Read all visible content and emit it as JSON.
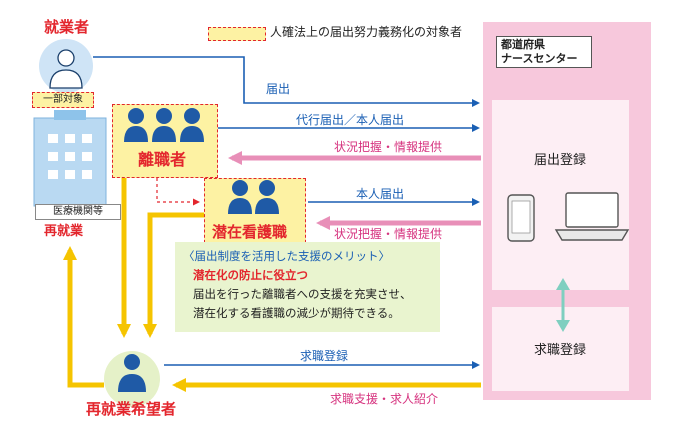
{
  "legend": {
    "text": "人確法上の届出努力義務化の対象者"
  },
  "nurse_center": {
    "title_line1": "都道府県",
    "title_line2": "ナースセンター",
    "registration": "届出登録",
    "job_registration": "求職登録"
  },
  "actors": {
    "worker": "就業者",
    "partial_target": "一部対象",
    "hospital": "医療機関等",
    "leaver": "離職者",
    "latent_nurse": "潜在看護職",
    "reemployment": "再就業",
    "job_seeker": "再就業希望者"
  },
  "flows": {
    "notify": "届出",
    "proxy_notify": "代行届出／本人届出",
    "status_info_1": "状況把握・情報提供",
    "self_notify": "本人届出",
    "status_info_2": "状況把握・情報提供",
    "job_register": "求職登録",
    "job_support": "求職支援・求人紹介"
  },
  "merit": {
    "heading": "〈届出制度を活用した支援のメリット〉",
    "point": "潜在化の防止に役立つ",
    "desc_line1": "届出を行った離職者への支援を充実させ、",
    "desc_line2": "潜在化する看護職の減少が期待できる。"
  },
  "colors": {
    "blue": "#1a5fb4",
    "pink": "#e88fb8",
    "yellow": "#f5c400",
    "red": "#e3262d",
    "center_bg": "#f7c8dc"
  }
}
